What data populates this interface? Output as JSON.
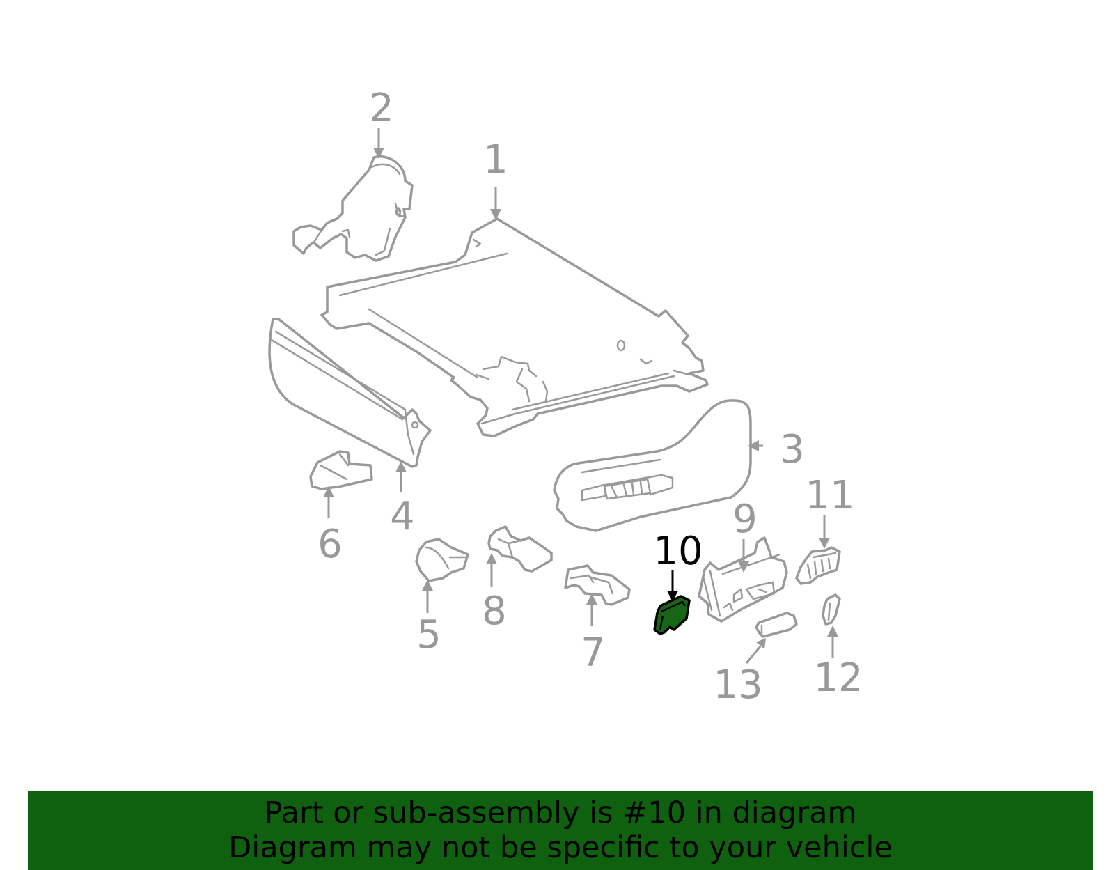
{
  "callouts": {
    "c1": "1",
    "c2": "2",
    "c3": "3",
    "c4": "4",
    "c5": "5",
    "c6": "6",
    "c7": "7",
    "c8": "8",
    "c9": "9",
    "c10": "10",
    "c11": "11",
    "c12": "12",
    "c13": "13"
  },
  "highlighted_part": "10",
  "colors": {
    "line": "#999999",
    "highlight_fill": "#166616",
    "banner_bg": "#0f610f",
    "text_active": "#000000"
  },
  "banner": {
    "line1": "Part or sub-assembly is #10 in diagram",
    "line2": "Diagram may not be specific to your vehicle"
  }
}
